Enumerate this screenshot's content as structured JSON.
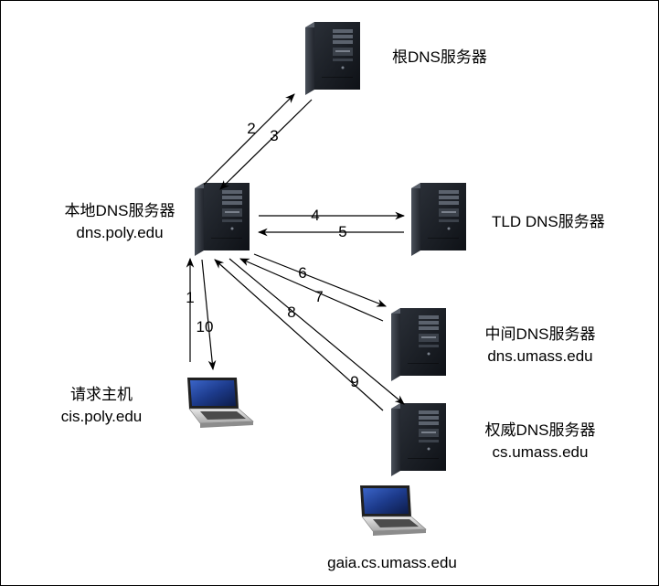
{
  "nodes": {
    "root": {
      "label": "根DNS服务器"
    },
    "local": {
      "label": "本地DNS服务器",
      "host": "dns.poly.edu"
    },
    "tld": {
      "label": "TLD DNS服务器"
    },
    "intermediate": {
      "label": "中间DNS服务器",
      "host": "dns.umass.edu"
    },
    "authoritative": {
      "label": "权威DNS服务器",
      "host": "cs.umass.edu"
    },
    "requester": {
      "label": "请求主机",
      "host": "cis.poly.edu"
    },
    "target": {
      "host": "gaia.cs.umass.edu"
    }
  },
  "steps": [
    "1",
    "2",
    "3",
    "4",
    "5",
    "6",
    "7",
    "8",
    "9",
    "10"
  ],
  "colors": {
    "arrow": "#000000",
    "server_body": "#1b1f26",
    "laptop_screen": "#1f3d8a"
  },
  "icons": {
    "server": "server-tower-icon",
    "laptop": "laptop-icon"
  }
}
